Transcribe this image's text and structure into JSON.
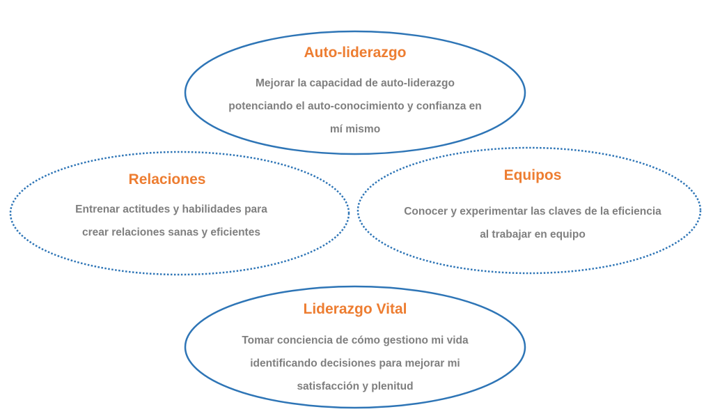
{
  "diagram": {
    "nodes": [
      {
        "id": "auto-liderazgo",
        "title": "Auto-liderazgo",
        "lines": [
          "Mejorar la capacidad de auto-liderazgo",
          "potenciando el auto-conocimiento y confianza en",
          "mí mismo"
        ]
      },
      {
        "id": "relaciones",
        "title": "Relaciones",
        "lines": [
          "Entrenar actitudes y habilidades para",
          "crear relaciones sanas y eficientes"
        ]
      },
      {
        "id": "equipos",
        "title": "Equipos",
        "lines": [
          "Conocer  y experimentar  las claves de la eficiencia",
          "al trabajar en equipo"
        ]
      },
      {
        "id": "liderazgo-vital",
        "title": "Liderazgo Vital",
        "lines": [
          "Tomar conciencia de cómo gestiono mi vida",
          "identificando decisiones para mejorar mi",
          "satisfacción y plenitud"
        ]
      }
    ]
  },
  "colors": {
    "title": "#ED7D31",
    "text": "#7F7F7F",
    "outline": "#2E75B6"
  }
}
